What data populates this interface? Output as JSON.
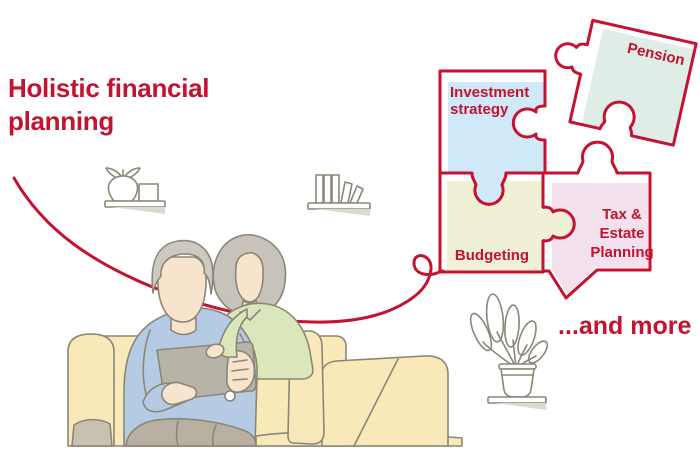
{
  "colors": {
    "accent": "#c41230",
    "illustration_outline": "#8b8677"
  },
  "title": {
    "lines": [
      "Holistic financial",
      "planning"
    ]
  },
  "tagline": "...and more",
  "puzzle": {
    "investment": {
      "lines": [
        "Investment",
        "strategy"
      ],
      "fill": "#cfe9f9"
    },
    "pension": {
      "label": "Pension",
      "fill": "#dfede7"
    },
    "budgeting": {
      "label": "Budgeting",
      "fill": "#f0f1d4"
    },
    "tax": {
      "lines": [
        "Tax &",
        "Estate",
        "Planning"
      ],
      "fill": "#f3e1ed"
    }
  }
}
